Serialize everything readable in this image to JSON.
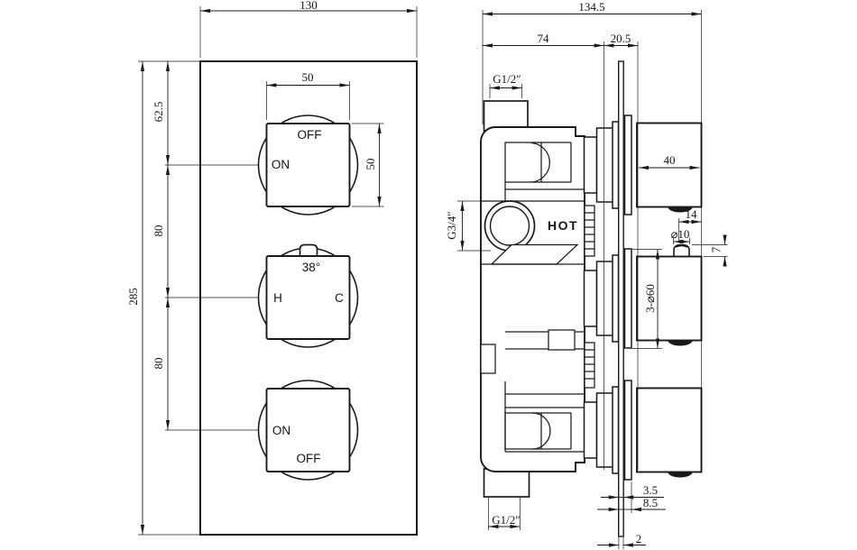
{
  "front_view": {
    "dimensions": {
      "overall_width": "130",
      "overall_height": "285",
      "top_to_first_knob": "62.5",
      "knob_spacing_upper": "80",
      "knob_spacing_lower": "80",
      "knob_width": "50",
      "knob_height": "50"
    },
    "knobs": {
      "top": {
        "label_off": "OFF",
        "label_on": "ON"
      },
      "middle": {
        "label_temp": "38°",
        "label_hot": "H",
        "label_cold": "C"
      },
      "bottom": {
        "label_on": "ON",
        "label_off": "OFF"
      }
    }
  },
  "side_view": {
    "dimensions": {
      "overall_depth": "134.5",
      "body_depth": "74",
      "trim_depth": "20.5",
      "inlet_top_thread": "G1/2″",
      "outlet_thread": "G3/4″",
      "inlet_bottom_thread": "G1/2″",
      "handle_depth": "40",
      "button_offset": "14",
      "button_diameter": "⌀10",
      "button_height": "7",
      "escutcheon_diameter": "3-⌀60",
      "plate_offset_a": "3.5",
      "plate_offset_b": "8.5",
      "plate_thickness": "2"
    },
    "labels": {
      "hot_port": "HOT"
    }
  },
  "colors": {
    "line": "#1a1a1a",
    "background": "#ffffff"
  }
}
